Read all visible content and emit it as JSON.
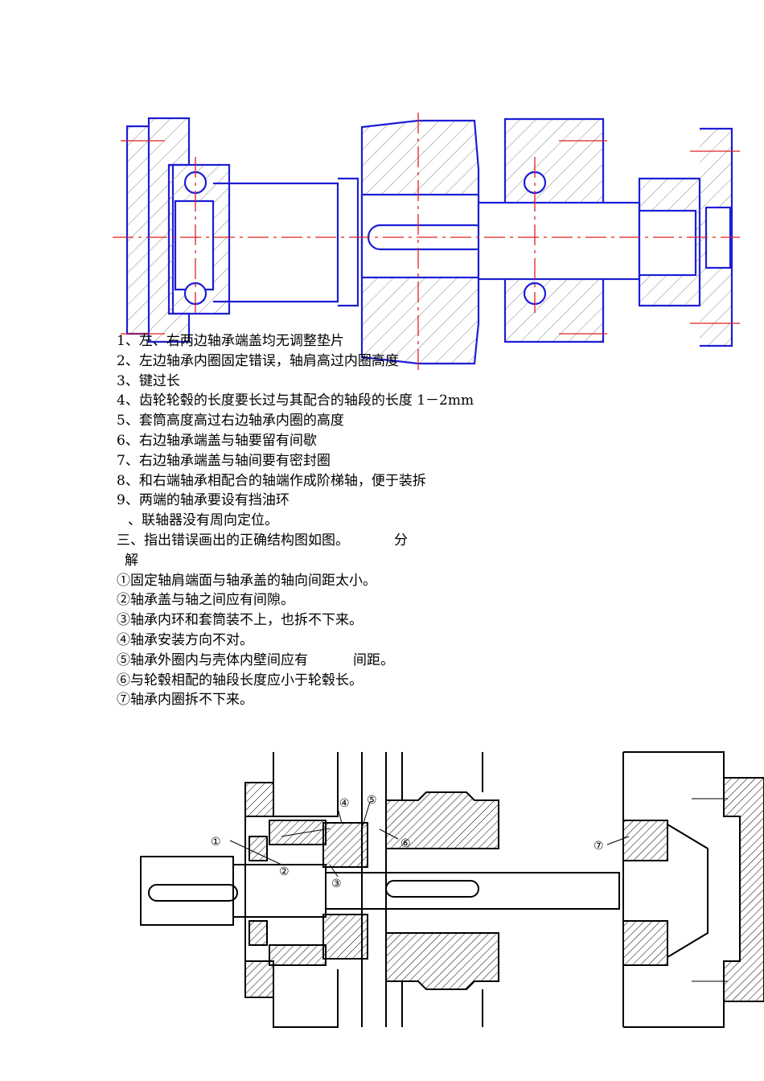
{
  "errors_list": [
    "1、左、右两边轴承端盖均无调整垫片",
    "2、左边轴承内圈固定错误，轴肩高过内圈高度",
    "3、键过长",
    "4、齿轮轮毂的长度要长过与其配合的轴段的长度 1－2mm",
    "5、套筒高度高过右边轴承内圈的高度",
    "6、右边轴承端盖与轴要留有间歇",
    "7、右边轴承端盖与轴间要有密封圈",
    "8、和右端轴承相配合的轴端作成阶梯轴，便于装拆",
    "9、两端的轴承要设有挡油环"
  ],
  "line_10": "、联轴器没有周向定位。",
  "section_three": {
    "text": "三、指出错误画出的正确结构图如图。",
    "suffix": "分"
  },
  "solution_label": "解",
  "solution_items": [
    "①固定轴肩端面与轴承盖的轴向间距太小。",
    "②轴承盖与轴之间应有间隙。",
    "③轴承内环和套筒装不上，也拆不下来。",
    "④轴承安装方向不对。"
  ],
  "item5": {
    "before": "⑤轴承外圈内与壳体内壁间应有",
    "after": "间距。"
  },
  "solution_items_b": [
    "⑥与轮毂相配的轴段长度应小于轮毂长。",
    "⑦轴承内圈拆不下来。"
  ],
  "callouts": [
    "①",
    "②",
    "③",
    "④",
    "⑤",
    "⑥",
    "⑦"
  ],
  "colors": {
    "drawing_blue": "#1d1dd6",
    "centerline_red": "#e02020",
    "hatch_gray": "#777777",
    "ink": "#000000"
  }
}
